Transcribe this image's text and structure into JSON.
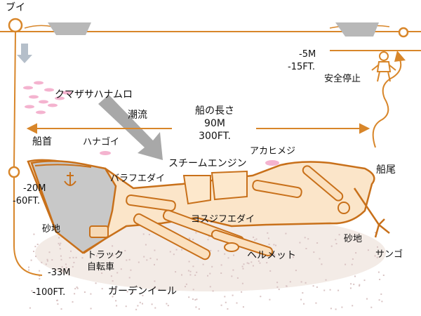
{
  "colors": {
    "line": "#d8862a",
    "ship_outline": "#c8701a",
    "ship_fill": "#fbe7cf",
    "bow_fill": "#c9c9c9",
    "seabed": "#eadcd4",
    "fish": "#f3a8c8",
    "arrow_grey": "#a6a6a6"
  },
  "labels": {
    "buoy": "ブイ",
    "safety_depth_m": "-5M",
    "safety_depth_ft": "-15FT.",
    "safety_stop": "安全停止",
    "fish_school": "クマザサハナムロ",
    "current": "潮流",
    "ship_length_title": "船の長さ",
    "ship_length_m": "90M",
    "ship_length_ft": "300FT.",
    "bow": "船首",
    "hanagoi": "ハナゴイ",
    "akahimeji": "アカヒメジ",
    "steam_engine": "スチームエンジン",
    "stern": "船尾",
    "bow_depth_m": "-20M",
    "bow_depth_ft": "-60FT.",
    "barafuedai": "バラフエダイ",
    "yosujifuedai": "ヨスジフエダイ",
    "sand_left": "砂地",
    "sand_right": "砂地",
    "truck": "トラック",
    "bicycle": "自転車",
    "bottom_depth_m": "-33M",
    "bottom_depth_ft": "-100FT.",
    "helmet": "ヘルメット",
    "coral": "サンゴ",
    "garden_eel": "ガーデンイール"
  }
}
